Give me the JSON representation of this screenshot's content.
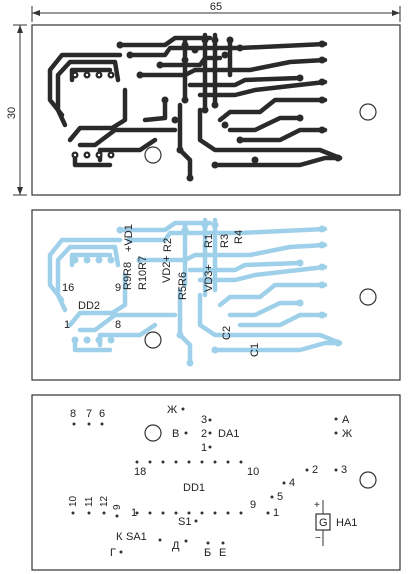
{
  "dimensions": {
    "width": "65",
    "height": "30"
  },
  "board2_labels": {
    "vd1": "+VD1",
    "r2": "R2",
    "r1": "R1",
    "r3": "R3",
    "r4": "R4",
    "r9r8": "R9R8",
    "r10r7": "R10R7",
    "vd2": "VD2+",
    "r5r6": "R5R6",
    "vd3": "VD3+",
    "dd2": "DD2",
    "pin16": "16",
    "pin9": "9",
    "pin1": "1",
    "pin8": "8",
    "c2": "C2",
    "c1": "C1"
  },
  "board3_labels": {
    "p8": "8",
    "p7": "7",
    "p6": "6",
    "zh1": "Ж",
    "v": "В",
    "n3": "3",
    "n2": "2",
    "da1": "DA1",
    "n1": "1",
    "a": "А",
    "zh2": "Ж",
    "n18": "18",
    "n10": "10",
    "dd1": "DD1",
    "n9": "9",
    "n1b": "1",
    "c2": "2",
    "c3": "3",
    "c4": "4",
    "c5": "5",
    "c1": "1",
    "s10": "10",
    "s11": "11",
    "s12": "12",
    "s9": "9",
    "s1": "S1",
    "k": "К",
    "sa1": "SA1",
    "d": "Д",
    "g": "Г",
    "b": "Б",
    "e": "Е",
    "g_mark": "G",
    "ha1": "HA1"
  }
}
